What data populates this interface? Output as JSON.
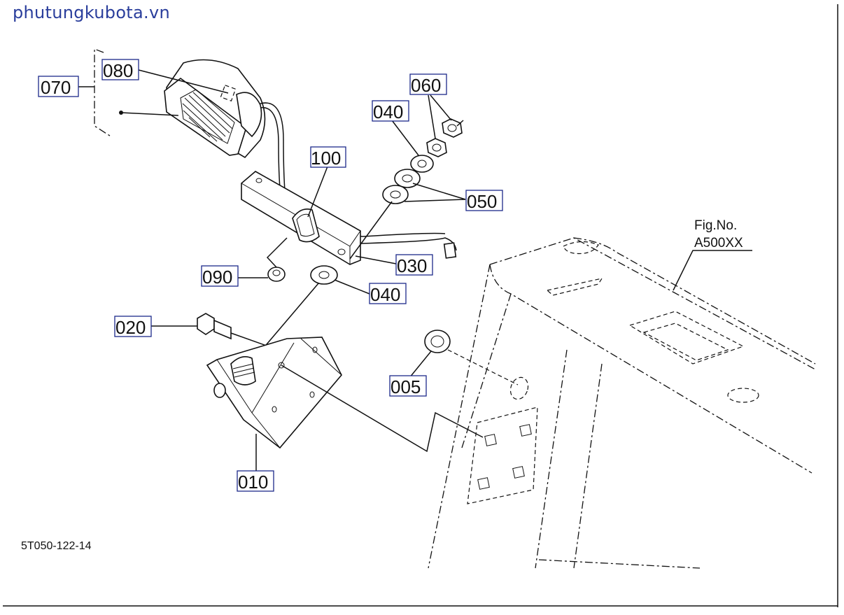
{
  "watermark": "phutungkubota.vn",
  "figure_code": "5T050-122-14",
  "fig_ref": {
    "line1": "Fig.No.",
    "line2": "A500XX"
  },
  "callouts": {
    "c070": "070",
    "c080": "080",
    "c100": "100",
    "c040a": "040",
    "c060": "060",
    "c050": "050",
    "c030": "030",
    "c090": "090",
    "c040b": "040",
    "c020": "020",
    "c005": "005",
    "c010": "010"
  },
  "colors": {
    "box_border": "#1c2a8a",
    "watermark": "#2a3e9c",
    "line": "#111111"
  }
}
